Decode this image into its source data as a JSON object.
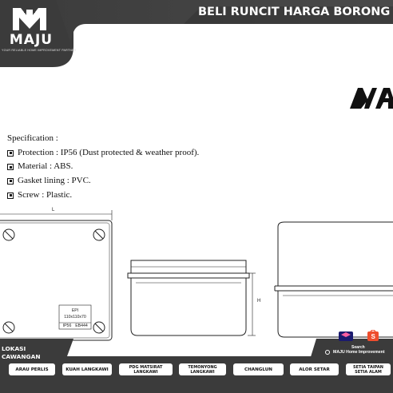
{
  "header": {
    "logo_text": "MAJU",
    "logo_tagline": "YOUR RELIABLE HOME IMPROVEMENT PARTNER",
    "headline": "BELI RUNCIT HARGA BORONG"
  },
  "specification": {
    "title": "Specification :",
    "items": [
      "Protection : IP56 (Dust protected & weather proof).",
      "Material : ABS.",
      "Gasket lining : PVC.",
      "Screw : Plastic."
    ]
  },
  "drawing": {
    "length_label": "L",
    "height_label": "H",
    "box_label_line1": "EPI",
    "box_label_line2": "110x110x70",
    "box_label_line3a": "IP56",
    "box_label_line3b": "EB444"
  },
  "lokasi": {
    "line1": "LOKASI",
    "line2": "CAWANGAN"
  },
  "search": {
    "label": "Search",
    "name": "MAJU Home Improvement"
  },
  "branches": [
    {
      "label_line1": "ARAU PERLIS",
      "label_line2": ""
    },
    {
      "label_line1": "KUAH LANGKAWI",
      "label_line2": ""
    },
    {
      "label_line1": "PDG MATSIRAT",
      "label_line2": "LANGKAWI"
    },
    {
      "label_line1": "TEMONYONG",
      "label_line2": "LANGKAWI"
    },
    {
      "label_line1": "CHANGLUN",
      "label_line2": ""
    },
    {
      "label_line1": "ALOR SETAR",
      "label_line2": ""
    },
    {
      "label_line1": "SETIA TAIPAN",
      "label_line2": "SETIA ALAM"
    }
  ],
  "colors": {
    "dark_band": "#3a3a3a",
    "band_gradient_edge": "#5a5a5a",
    "text_light": "#ffffff",
    "shopee_orange": "#ee4d2d"
  }
}
